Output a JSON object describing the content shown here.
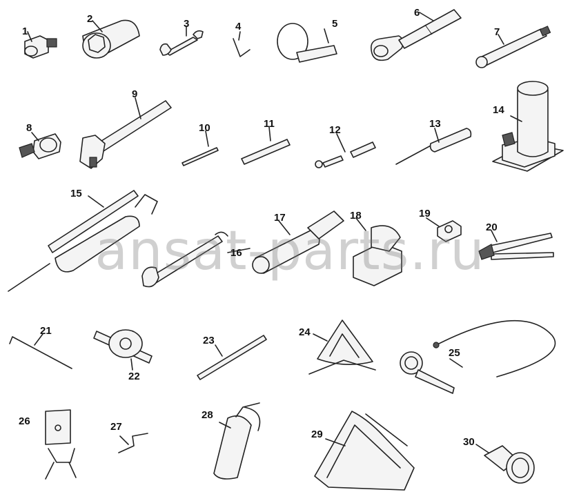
{
  "labels": {
    "n1": "1",
    "n2": "2",
    "n3": "3",
    "n4": "4",
    "n5": "5",
    "n6": "6",
    "n7": "7",
    "n8": "8",
    "n9": "9",
    "n10": "10",
    "n11": "11",
    "n12": "12",
    "n13": "13",
    "n14": "14",
    "n15": "15",
    "n16": "16",
    "n17": "17",
    "n18": "18",
    "n19": "19",
    "n20": "20",
    "n21": "21",
    "n22": "22",
    "n23": "23",
    "n24": "24",
    "n25": "25",
    "n26": "26",
    "n27": "27",
    "n28": "28",
    "n29": "29",
    "n30": "30"
  },
  "watermark": "ansat-parts.ru"
}
